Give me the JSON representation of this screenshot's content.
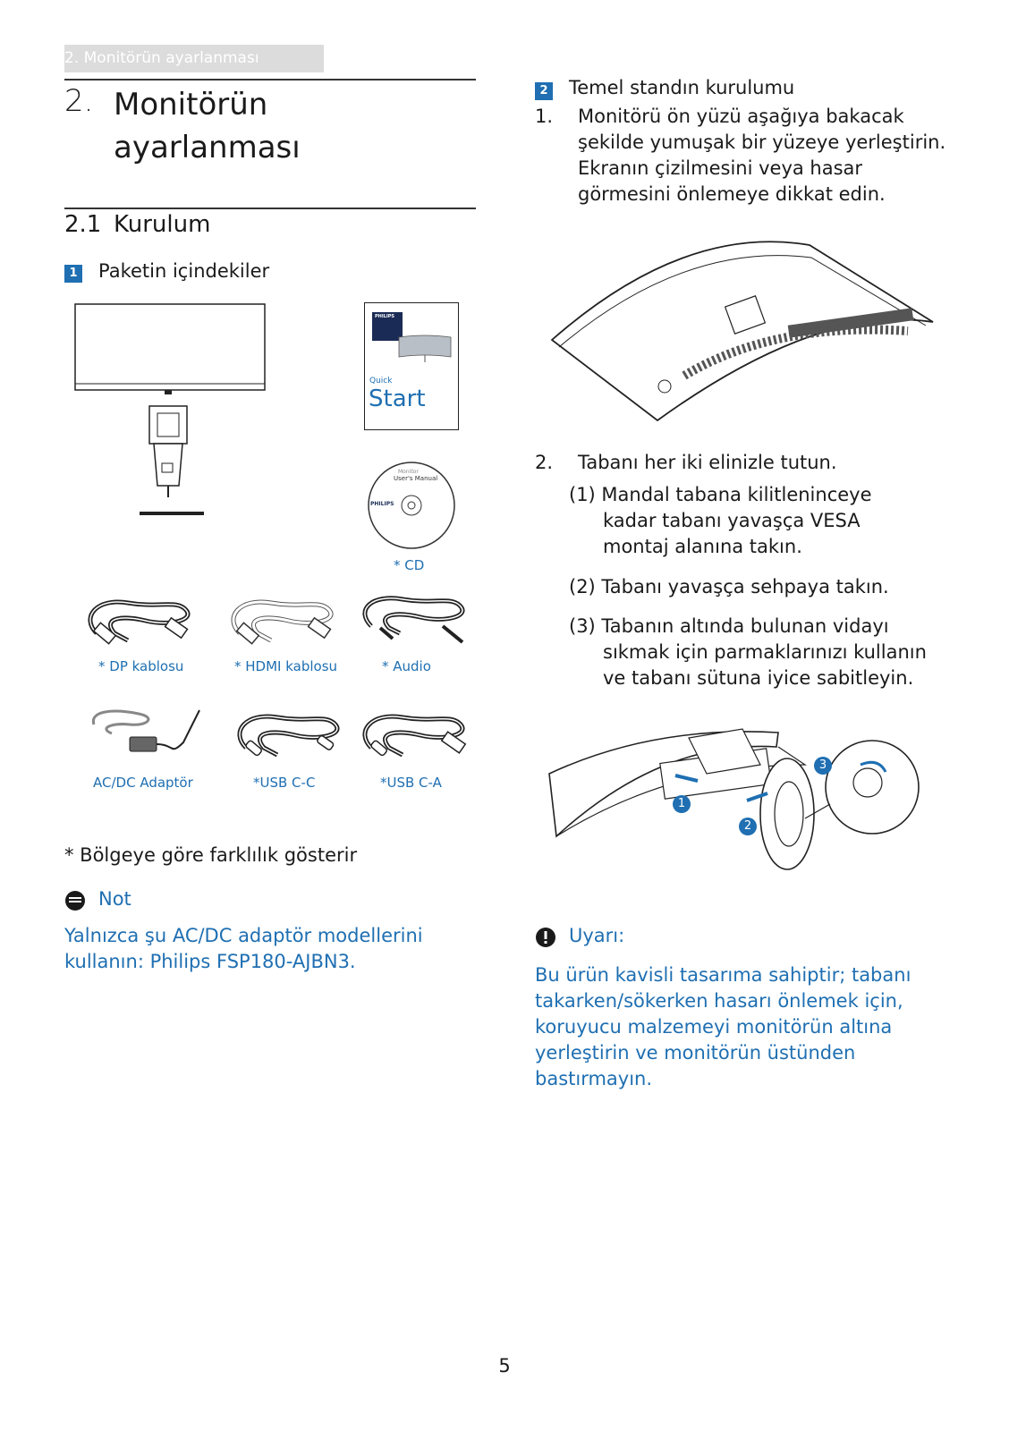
{
  "header": {
    "tab_label": "2. Monitörün ayarlanması"
  },
  "chapter": {
    "number": "2.",
    "title": "Monitörün ayarlanması"
  },
  "section": {
    "number": "2.1",
    "title": "Kurulum"
  },
  "package": {
    "badge": "1",
    "heading": "Paketin içindekiler",
    "quick_start": {
      "brand": "PHILIPS",
      "small": "Quick",
      "big": "Start"
    },
    "cd": {
      "disc_line1": "Monitor",
      "disc_line2": "User's Manual",
      "brand": "PHILIPS"
    },
    "items": [
      {
        "id": "cd",
        "label": "* CD"
      },
      {
        "id": "dp",
        "label": "* DP kablosu"
      },
      {
        "id": "hdmi",
        "label": "* HDMI kablosu"
      },
      {
        "id": "audio",
        "label": "* Audio"
      },
      {
        "id": "adapter",
        "label": "AC/DC Adaptör"
      },
      {
        "id": "usbcc",
        "label": "*USB C-C"
      },
      {
        "id": "usbca",
        "label": "*USB C-A"
      }
    ],
    "region_note": "* Bölgeye göre farklılık gösterir"
  },
  "note": {
    "heading": "Not",
    "text": "Yalnızca şu AC/DC adaptör modellerini kullanın: Philips FSP180-AJBN3."
  },
  "stand": {
    "badge": "2",
    "heading": "Temel standın kurulumu",
    "step1_num": "1.",
    "step1_text": "Monitörü ön yüzü aşağıya bakacak şekilde yumuşak bir yüzeye yerleştirin. Ekranın çizilmesini veya hasar görmesini önlemeye dikkat edin.",
    "step2_num": "2.",
    "step2_text": "Tabanı her iki elinizle tutun.",
    "sub1": "(1) Mandal tabana kilitleninceye kadar tabanı yavaşça VESA montaj alanına takın.",
    "sub2": "(2) Tabanı yavaşça sehpaya takın.",
    "sub3": "(3) Tabanın altında bulunan vidayı sıkmak için parmaklarınızı kullanın ve tabanı sütuna iyice sabitleyin.",
    "callouts": [
      "1",
      "2",
      "3"
    ]
  },
  "warning": {
    "heading": "Uyarı:",
    "text": "Bu ürün kavisli tasarıma sahiptir; tabanı takarken/sökerken hasarı önlemek için, koruyucu malzemeyi monitörün altına yerleştirin ve monitörün üstünden bastırmayın."
  },
  "page_number": "5"
}
